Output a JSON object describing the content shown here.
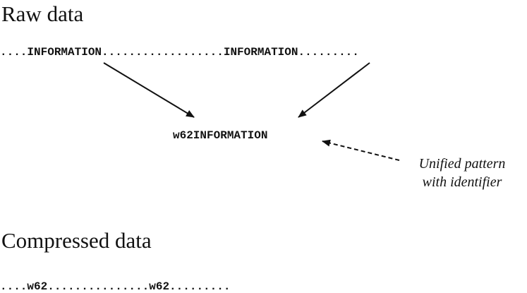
{
  "raw_heading": "Raw data",
  "raw_sequence": "....INFORMATION..................INFORMATION.........",
  "unified_pattern": "w62INFORMATION",
  "annotation": {
    "line1": "Unified pattern",
    "line2": "with identifier"
  },
  "compressed_heading": "Compressed data",
  "compressed_sequence": "....w62...............w62.........",
  "colors": {
    "ink": "#111111",
    "background": "#ffffff"
  }
}
